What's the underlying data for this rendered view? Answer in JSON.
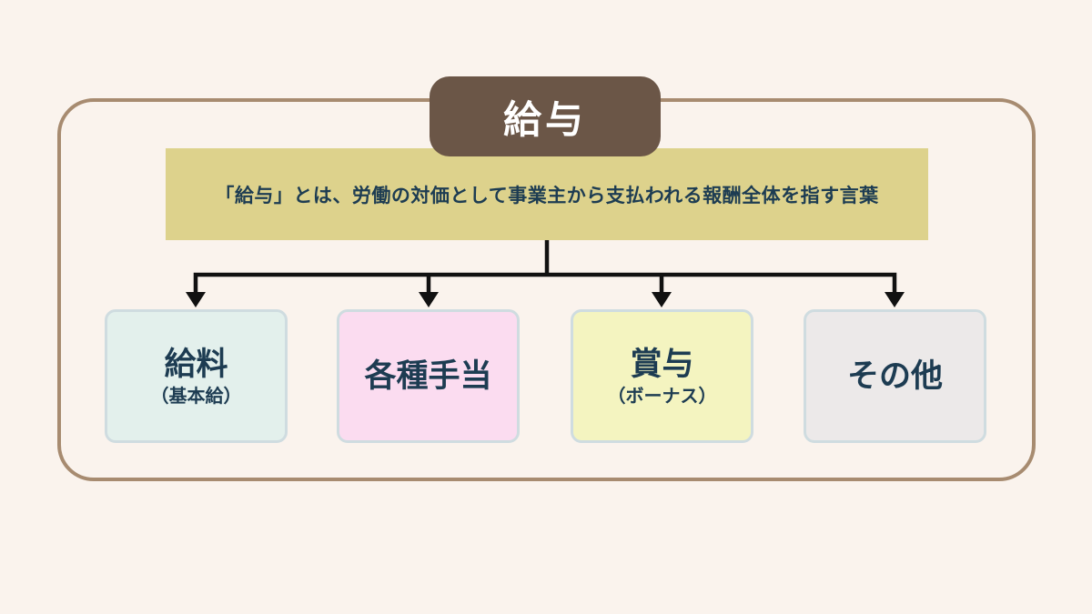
{
  "palette": {
    "background": "#faf3ed",
    "frame_border": "#a78b70",
    "badge_background": "#6b5647",
    "badge_text": "#ffffff",
    "banner_background": "#ddd28c",
    "text_navy": "#1d3c52",
    "connector_black": "#111111",
    "box_border": "#cfdce0"
  },
  "title_badge": {
    "label": "給与"
  },
  "definition_banner": {
    "text": "「給与」とは、労働の対価として事業主から支払われる報酬全体を指す言葉"
  },
  "categories": [
    {
      "label": "給料",
      "sublabel": "（基本給）",
      "bg": "#e3f0ec"
    },
    {
      "label": "各種手当",
      "sublabel": "",
      "bg": "#fbdcf0"
    },
    {
      "label": "賞与",
      "sublabel": "（ボーナス）",
      "bg": "#f4f4c0"
    },
    {
      "label": "その他",
      "sublabel": "",
      "bg": "#ece9e9"
    }
  ]
}
